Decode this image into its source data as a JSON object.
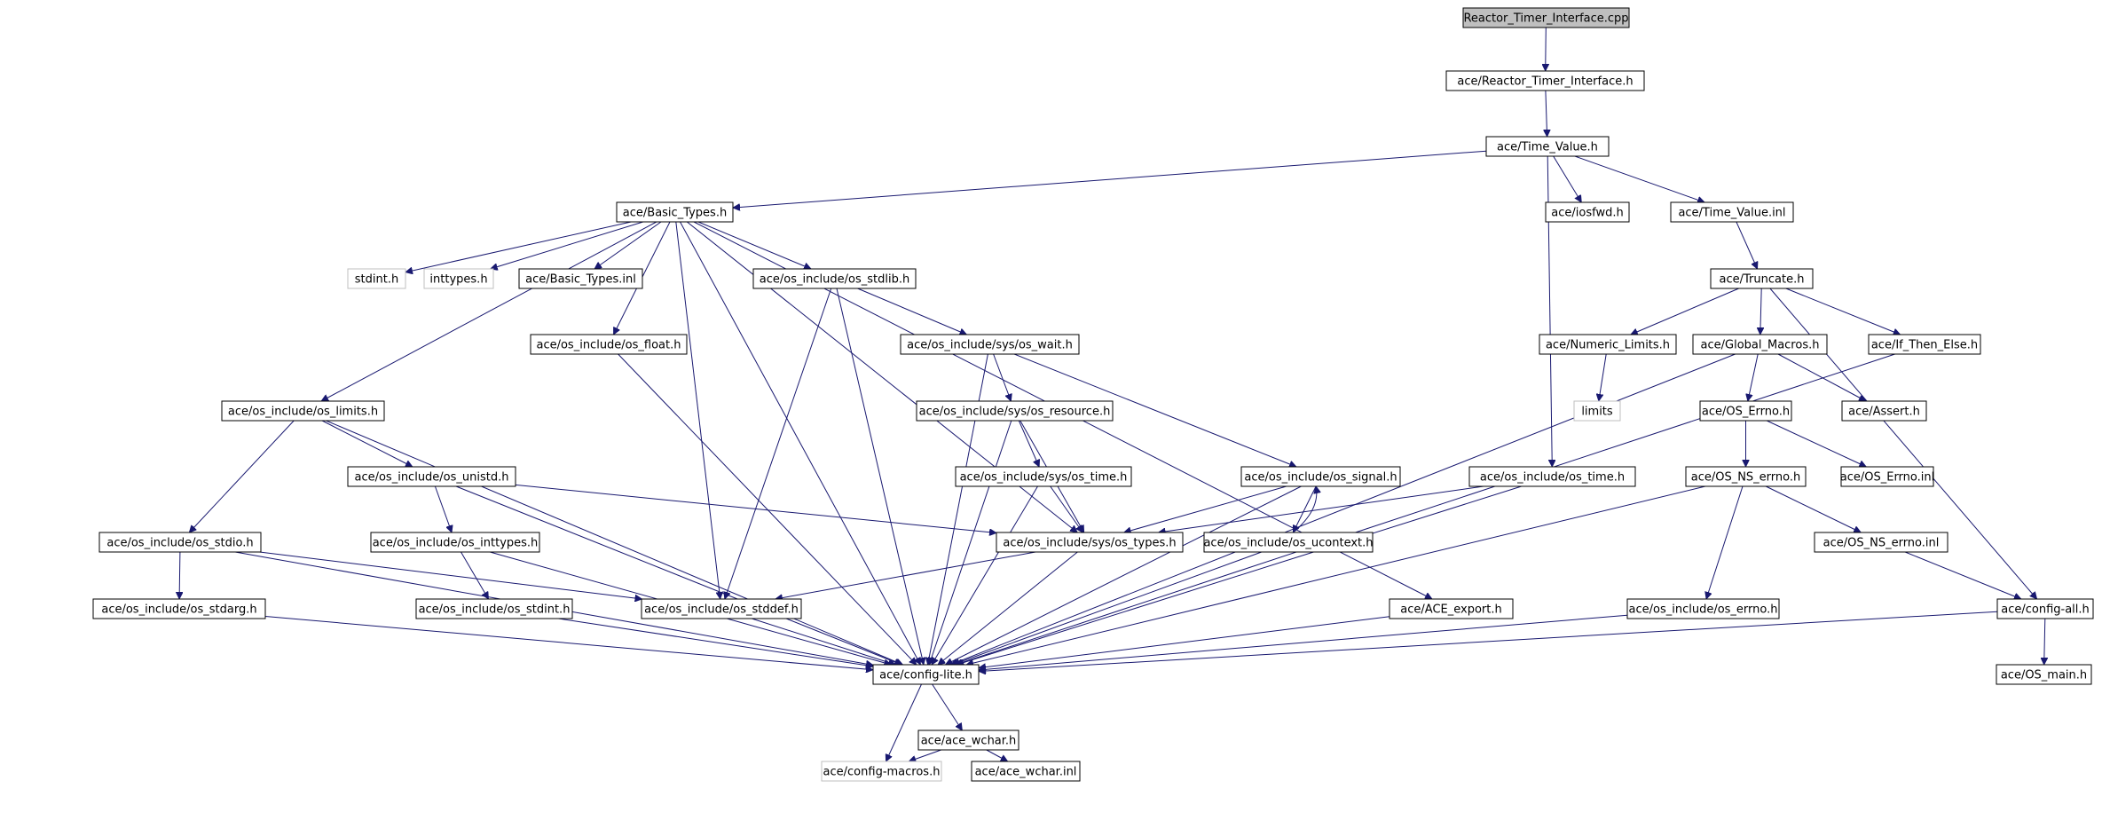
{
  "graph": {
    "edge_color": "#191970",
    "root_fill": "#bfbfbf",
    "external_border": "#bfbfbf",
    "nodes": [
      {
        "id": "n0",
        "label": "Reactor_Timer_Interface.cpp",
        "kind": "root"
      },
      {
        "id": "n1",
        "label": "ace/Reactor_Timer_Interface.h",
        "kind": "file"
      },
      {
        "id": "n2",
        "label": "ace/Time_Value.h",
        "kind": "file"
      },
      {
        "id": "n3",
        "label": "ace/Basic_Types.h",
        "kind": "file"
      },
      {
        "id": "n4",
        "label": "ace/iosfwd.h",
        "kind": "file"
      },
      {
        "id": "n5",
        "label": "ace/Time_Value.inl",
        "kind": "file"
      },
      {
        "id": "n6",
        "label": "stdint.h",
        "kind": "external"
      },
      {
        "id": "n7",
        "label": "inttypes.h",
        "kind": "external"
      },
      {
        "id": "n8",
        "label": "ace/Basic_Types.inl",
        "kind": "file"
      },
      {
        "id": "n9",
        "label": "ace/os_include/os_stdlib.h",
        "kind": "file"
      },
      {
        "id": "n10",
        "label": "ace/Truncate.h",
        "kind": "file"
      },
      {
        "id": "n11",
        "label": "ace/os_include/os_float.h",
        "kind": "file"
      },
      {
        "id": "n12",
        "label": "ace/os_include/sys/os_wait.h",
        "kind": "file"
      },
      {
        "id": "n13",
        "label": "ace/Numeric_Limits.h",
        "kind": "file"
      },
      {
        "id": "n14",
        "label": "ace/Global_Macros.h",
        "kind": "file"
      },
      {
        "id": "n15",
        "label": "ace/If_Then_Else.h",
        "kind": "file"
      },
      {
        "id": "n16",
        "label": "ace/os_include/os_limits.h",
        "kind": "file"
      },
      {
        "id": "n17",
        "label": "ace/os_include/sys/os_resource.h",
        "kind": "file"
      },
      {
        "id": "n18",
        "label": "limits",
        "kind": "external"
      },
      {
        "id": "n19",
        "label": "ace/OS_Errno.h",
        "kind": "file"
      },
      {
        "id": "n20",
        "label": "ace/Assert.h",
        "kind": "file"
      },
      {
        "id": "n21",
        "label": "ace/os_include/os_unistd.h",
        "kind": "file"
      },
      {
        "id": "n22",
        "label": "ace/os_include/sys/os_time.h",
        "kind": "file"
      },
      {
        "id": "n23",
        "label": "ace/os_include/os_signal.h",
        "kind": "file"
      },
      {
        "id": "n24",
        "label": "ace/os_include/os_time.h",
        "kind": "file"
      },
      {
        "id": "n25",
        "label": "ace/OS_NS_errno.h",
        "kind": "file"
      },
      {
        "id": "n26",
        "label": "ace/OS_Errno.inl",
        "kind": "file"
      },
      {
        "id": "n27",
        "label": "ace/os_include/os_stdio.h",
        "kind": "file"
      },
      {
        "id": "n28",
        "label": "ace/os_include/os_inttypes.h",
        "kind": "file"
      },
      {
        "id": "n29",
        "label": "ace/os_include/sys/os_types.h",
        "kind": "file"
      },
      {
        "id": "n30",
        "label": "ace/os_include/os_ucontext.h",
        "kind": "file"
      },
      {
        "id": "n31",
        "label": "ace/OS_NS_errno.inl",
        "kind": "file"
      },
      {
        "id": "n32",
        "label": "ace/os_include/os_stdarg.h",
        "kind": "file"
      },
      {
        "id": "n33",
        "label": "ace/os_include/os_stdint.h",
        "kind": "file"
      },
      {
        "id": "n34",
        "label": "ace/os_include/os_stddef.h",
        "kind": "file"
      },
      {
        "id": "n35",
        "label": "ace/ACE_export.h",
        "kind": "file"
      },
      {
        "id": "n36",
        "label": "ace/os_include/os_errno.h",
        "kind": "file"
      },
      {
        "id": "n37",
        "label": "ace/config-all.h",
        "kind": "file"
      },
      {
        "id": "n38",
        "label": "ace/config-lite.h",
        "kind": "file"
      },
      {
        "id": "n39",
        "label": "ace/OS_main.h",
        "kind": "file"
      },
      {
        "id": "n40",
        "label": "ace/ace_wchar.h",
        "kind": "file"
      },
      {
        "id": "n41",
        "label": "ace/config-macros.h",
        "kind": "external"
      },
      {
        "id": "n42",
        "label": "ace/ace_wchar.inl",
        "kind": "file"
      }
    ],
    "edges": [
      [
        "n0",
        "n1"
      ],
      [
        "n1",
        "n2"
      ],
      [
        "n2",
        "n3"
      ],
      [
        "n2",
        "n4"
      ],
      [
        "n2",
        "n5"
      ],
      [
        "n2",
        "n24"
      ],
      [
        "n3",
        "n6"
      ],
      [
        "n3",
        "n7"
      ],
      [
        "n3",
        "n8"
      ],
      [
        "n3",
        "n9"
      ],
      [
        "n3",
        "n11"
      ],
      [
        "n3",
        "n16"
      ],
      [
        "n3",
        "n29"
      ],
      [
        "n3",
        "n34"
      ],
      [
        "n3",
        "n35"
      ],
      [
        "n3",
        "n38"
      ],
      [
        "n5",
        "n10"
      ],
      [
        "n10",
        "n13"
      ],
      [
        "n10",
        "n14"
      ],
      [
        "n10",
        "n15"
      ],
      [
        "n10",
        "n37"
      ],
      [
        "n13",
        "n18"
      ],
      [
        "n14",
        "n19"
      ],
      [
        "n14",
        "n20"
      ],
      [
        "n14",
        "n38"
      ],
      [
        "n15",
        "n38"
      ],
      [
        "n19",
        "n25"
      ],
      [
        "n19",
        "n26"
      ],
      [
        "n25",
        "n31"
      ],
      [
        "n25",
        "n36"
      ],
      [
        "n25",
        "n38"
      ],
      [
        "n31",
        "n37"
      ],
      [
        "n36",
        "n38"
      ],
      [
        "n37",
        "n38"
      ],
      [
        "n37",
        "n39"
      ],
      [
        "n9",
        "n12"
      ],
      [
        "n9",
        "n34"
      ],
      [
        "n9",
        "n38"
      ],
      [
        "n11",
        "n38"
      ],
      [
        "n12",
        "n17"
      ],
      [
        "n12",
        "n23"
      ],
      [
        "n12",
        "n38"
      ],
      [
        "n17",
        "n22"
      ],
      [
        "n17",
        "n29"
      ],
      [
        "n17",
        "n38"
      ],
      [
        "n22",
        "n29"
      ],
      [
        "n22",
        "n38"
      ],
      [
        "n23",
        "n29"
      ],
      [
        "n23",
        "n30"
      ],
      [
        "n23",
        "n38"
      ],
      [
        "n30",
        "n23"
      ],
      [
        "n30",
        "n38"
      ],
      [
        "n24",
        "n29"
      ],
      [
        "n24",
        "n38"
      ],
      [
        "n16",
        "n21"
      ],
      [
        "n16",
        "n27"
      ],
      [
        "n16",
        "n38"
      ],
      [
        "n21",
        "n28"
      ],
      [
        "n21",
        "n29"
      ],
      [
        "n21",
        "n38"
      ],
      [
        "n27",
        "n32"
      ],
      [
        "n27",
        "n34"
      ],
      [
        "n27",
        "n38"
      ],
      [
        "n28",
        "n33"
      ],
      [
        "n28",
        "n38"
      ],
      [
        "n29",
        "n34"
      ],
      [
        "n29",
        "n38"
      ],
      [
        "n32",
        "n38"
      ],
      [
        "n33",
        "n38"
      ],
      [
        "n34",
        "n38"
      ],
      [
        "n35",
        "n38"
      ],
      [
        "n38",
        "n40"
      ],
      [
        "n38",
        "n41"
      ],
      [
        "n40",
        "n41"
      ],
      [
        "n40",
        "n42"
      ]
    ]
  }
}
